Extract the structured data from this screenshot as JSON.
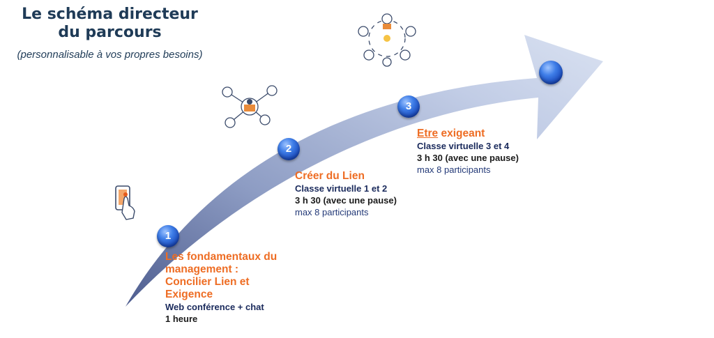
{
  "header": {
    "title_line1": "Le schéma directeur",
    "title_line2": "du parcours",
    "subtitle": "(personnalisable à vos propres besoins)"
  },
  "colors": {
    "accent_orange": "#ee6d24",
    "navy": "#1f3b57",
    "badge_blue": "#2a63d6",
    "arrow_light": "#c9d4ea",
    "arrow_dark": "#5f6fa0"
  },
  "steps": [
    {
      "number": "1",
      "title_lines": [
        "Les fondamentaux du",
        "management :",
        "Concilier Lien et",
        "Exigence"
      ],
      "line1": "Web conférence + chat",
      "line2": "1 heure",
      "icon": "tablet-touch-icon"
    },
    {
      "number": "2",
      "title": "Créer du Lien",
      "line1": "Classe virtuelle 1 et 2",
      "line2": "3 h 30 (avec une pause)",
      "line3": "max 8 participants",
      "icon": "network-people-icon"
    },
    {
      "number": "3",
      "title_a": "Etre",
      "title_b": " exigeant",
      "line1": "Classe virtuelle 3 et 4",
      "line2": "3 h 30 (avec une pause)",
      "line3": "max 8 participants",
      "icon": "team-cycle-icon"
    },
    {
      "number": "",
      "icon": "none"
    }
  ]
}
